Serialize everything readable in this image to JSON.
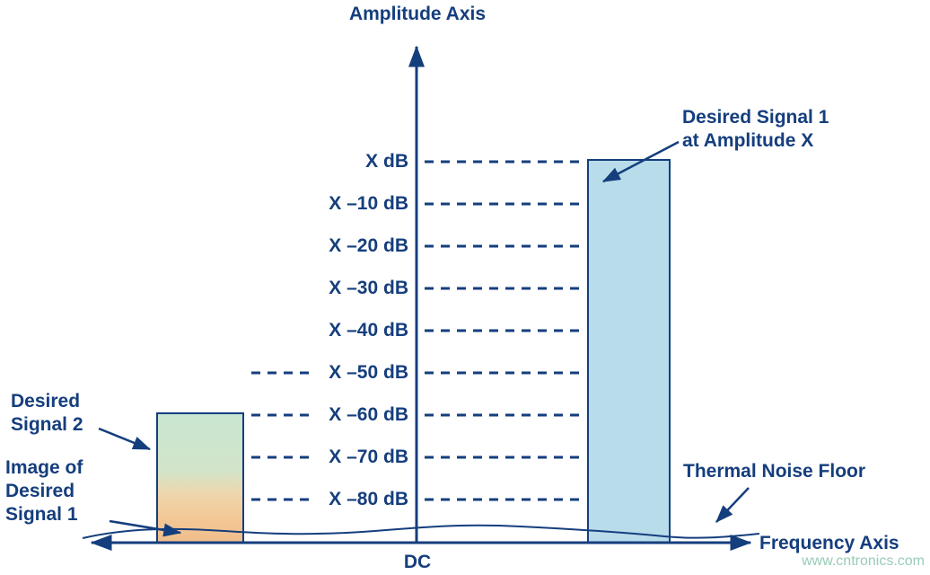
{
  "axes": {
    "amplitude_label": "Amplitude Axis",
    "frequency_label": "Frequency Axis",
    "dc_label": "DC"
  },
  "levels": [
    {
      "label": "X dB"
    },
    {
      "label": "X –10 dB"
    },
    {
      "label": "X –20 dB"
    },
    {
      "label": "X –30 dB"
    },
    {
      "label": "X –40 dB"
    },
    {
      "label": "X –50 dB"
    },
    {
      "label": "X –60 dB"
    },
    {
      "label": "X –70 dB"
    },
    {
      "label": "X –80 dB"
    }
  ],
  "annotations": {
    "signal1": {
      "line1": "Desired Signal 1",
      "line2": "at Amplitude X"
    },
    "signal2": {
      "line1": "Desired",
      "line2": "Signal 2"
    },
    "image1": {
      "line1": "Image of",
      "line2": "Desired",
      "line3": "Signal 1"
    },
    "noise": {
      "line1": "Thermal Noise Floor"
    }
  },
  "watermark": "www.cntronics.com",
  "colors": {
    "navy": "#153e7d",
    "tall_bar_fill": "#b9dcea",
    "small_bar_green": "#c8e6d2",
    "small_bar_orange": "#f0bd8c",
    "watermark": "#98ccb6"
  }
}
